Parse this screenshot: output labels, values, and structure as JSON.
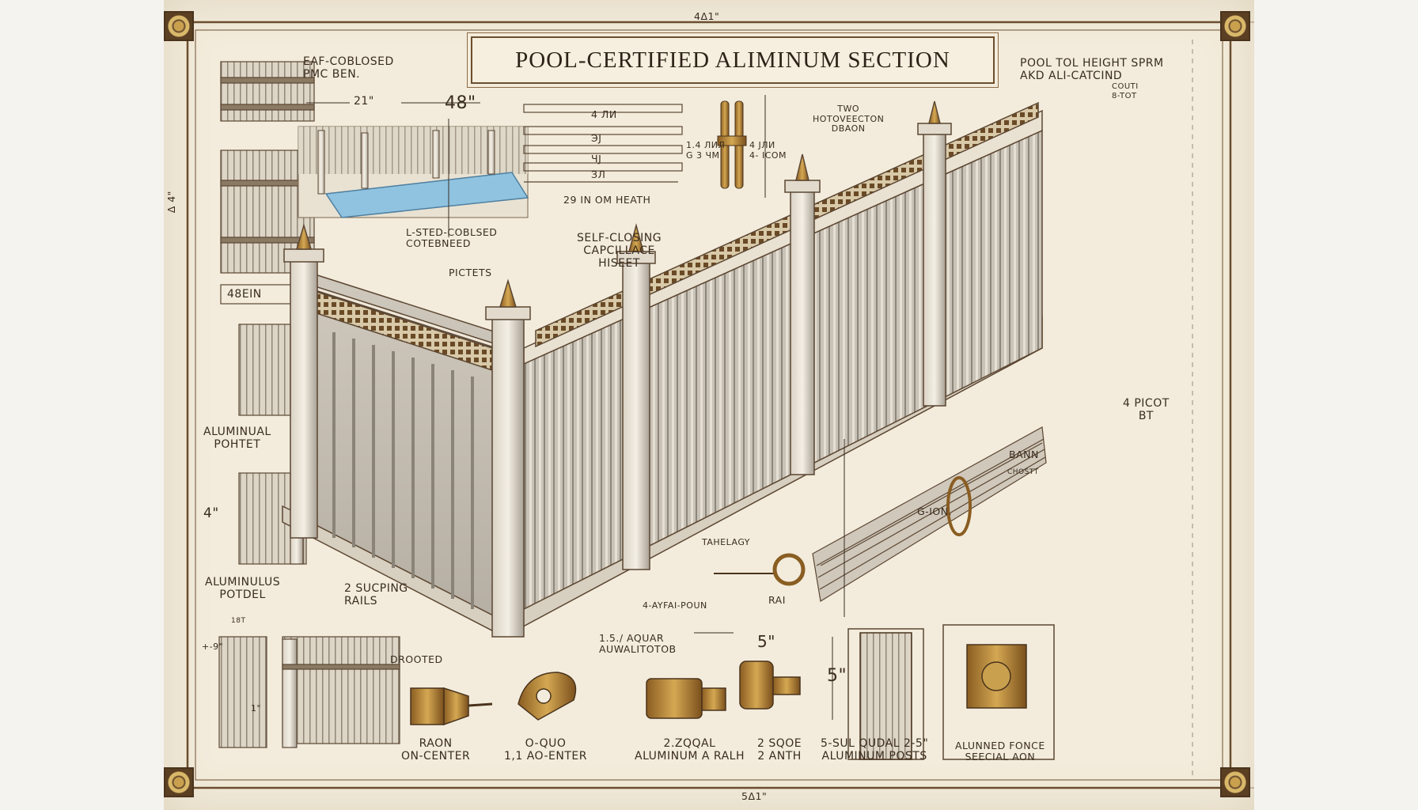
{
  "title": "POOL-CERTIFIED ALIMINUM SECTION",
  "frame_marks": {
    "top": "4Δ1\"",
    "bottom": "5Δ1\"",
    "left": "Δ 4\""
  },
  "labels": {
    "top_left": "EAF-COBLOSED\nPMC BEN.",
    "top_right": "POOL TOL HEIGHT SPRM\nAKD ALI-CATCIND",
    "top_right_small": "COUTI\n8-TOT",
    "dim_21": "21\"",
    "dim_48": "48\"",
    "dim_29": "29 IN OM HEATH",
    "rail_mark_1": "4 ЛИ",
    "rail_mark_2": "ЭЈ",
    "rail_mark_3": "ЧЈ",
    "rail_mark_4": "ЗЛ",
    "hinge_dim_a": "1.4 ЛИЛ\nG 3 ЧМ",
    "hinge_dim_b": "4 ЈЛИ\n4- ICOM",
    "two_hot": "TWO\nHOTOVEECTON\nDBAON",
    "self_closing_left": "L-STED-COBLSED\nCOTEBNEED",
    "self_closing_center": "SELF-CLOSING\nCAPCILLACE\nHISEET",
    "pickets": "PICTETS",
    "side_48": "48EIN",
    "alum_picket": "ALUMINUAL\nPOHTET",
    "side_4": "4\"",
    "alum_panel": "ALUMINULUS\nPOTDEL",
    "two_rails": "2 SUCPING\nRAILS",
    "four_picot": "4 PICOT\nBT",
    "bann": "BANN",
    "bann_small": "CHOSTT",
    "gion": "G-ION.",
    "tahelagy": "TAHELAGY",
    "rai": "RAI",
    "ayfpoun": "4-AYFAI-POUN",
    "drotted": "DROOTED",
    "aqual": "1.5./ AQUAR\nAUWALITOTOB",
    "dim_5": "5\"",
    "dim_5b": "5\"",
    "small_8t": "18T",
    "small_9": "+-9\"",
    "small_1": "1\"",
    "bottom_1": "RAON\nON-CENTER",
    "bottom_2": "O-QUO\n1,1 AO-ENTER",
    "bottom_3": "2.ZQQAL\nALUMINUM A RALH",
    "bottom_4": "2 SQOE\n2 ANTH",
    "bottom_5": "5-SUL QUDAL 2-5\"\nALUMINUM POSTS",
    "bottom_6": "ALUNNED FONCE\nSEECIAL AON"
  },
  "colors": {
    "paper": "#f3ecdc",
    "ink": "#3a2c1f",
    "frame": "#6b4e2e",
    "brass": "#b58a3c"
  },
  "icons": [
    "corner-bolt-icon",
    "pool-sketch-icon",
    "fence-post-finial-icon",
    "hinge-icon",
    "latch-icon",
    "rail-bundle-icon"
  ]
}
